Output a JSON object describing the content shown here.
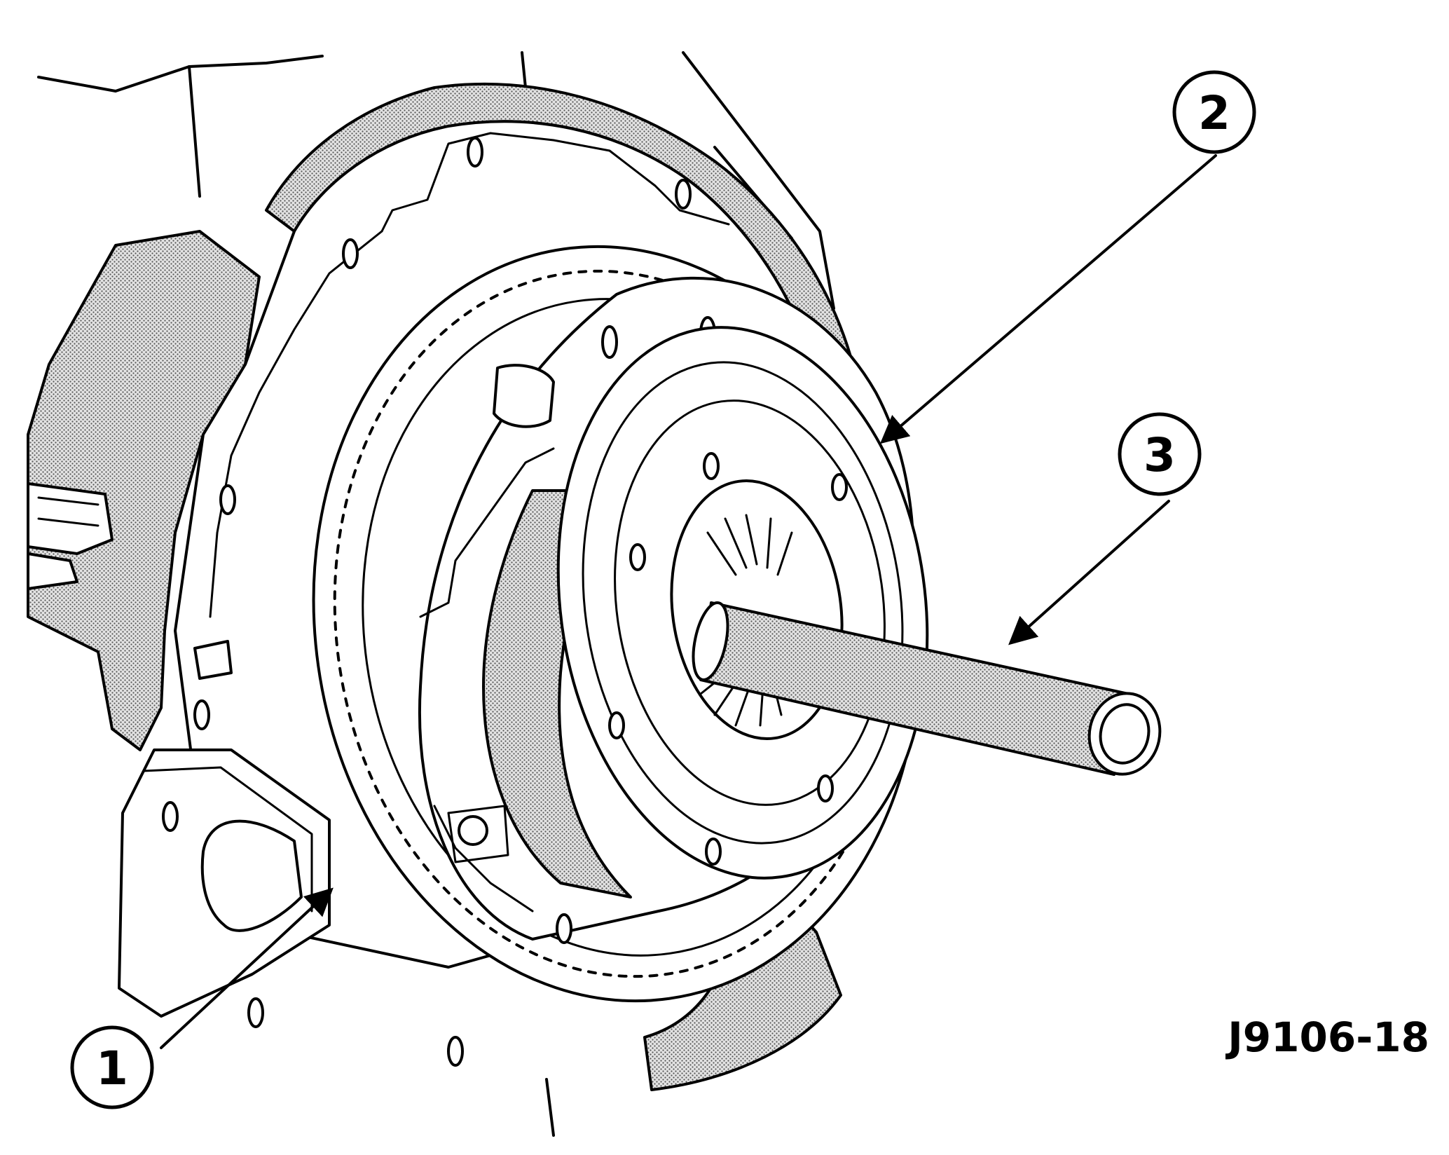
{
  "figure": {
    "id": "J9106-18",
    "callouts": [
      {
        "number": "1"
      },
      {
        "number": "2"
      },
      {
        "number": "3"
      }
    ],
    "colors": {
      "ink": "#000000",
      "paper": "#ffffff",
      "shade": "#bdbdbd"
    }
  }
}
